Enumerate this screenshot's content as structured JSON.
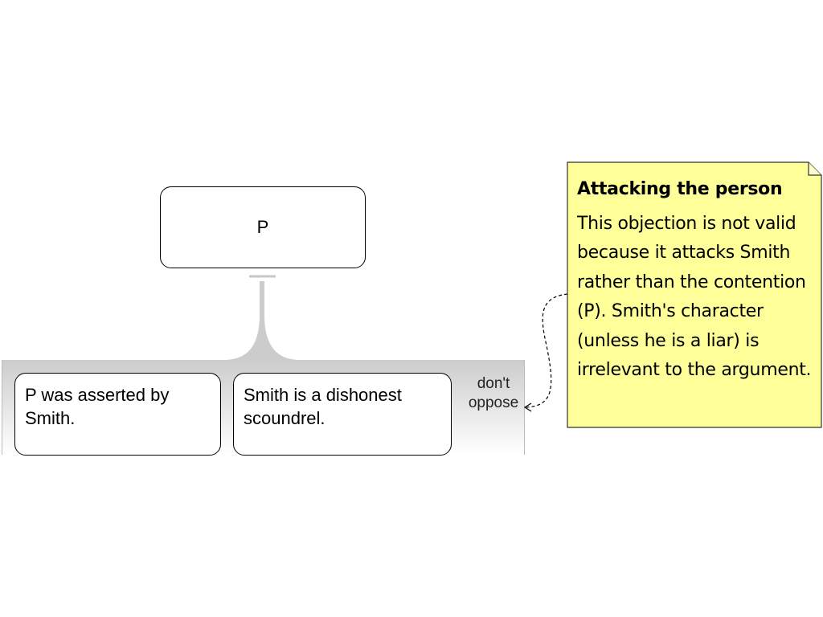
{
  "claim": {
    "text": "P"
  },
  "premises": [
    {
      "text": "P was asserted by Smith."
    },
    {
      "text": "Smith is a dishonest scoundrel."
    }
  ],
  "relation_label": {
    "line1": "don't",
    "line2": "oppose"
  },
  "note": {
    "title": "Attacking the person",
    "body": "This objection is not valid because it attacks Smith rather than the contention (P).  Smith's character (unless he is a liar) is irrelevant to the argument.",
    "color": "#ffff99"
  }
}
